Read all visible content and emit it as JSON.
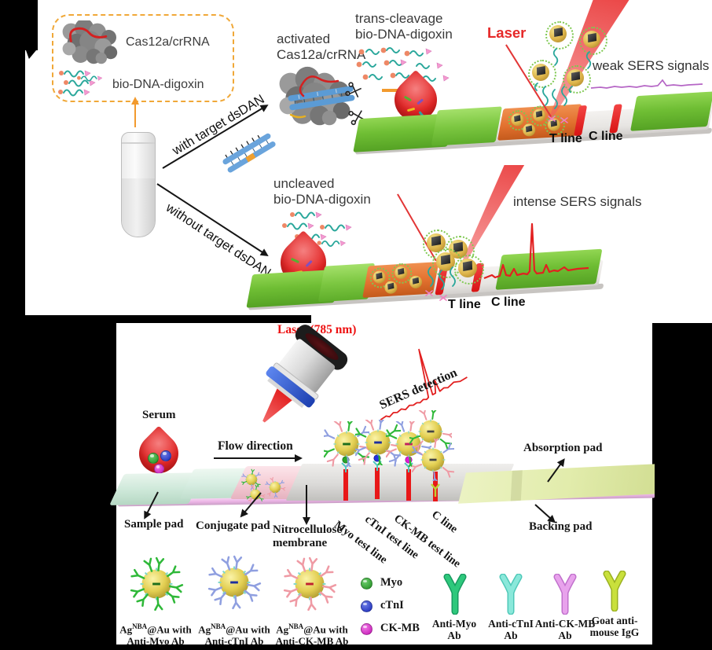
{
  "palette": {
    "background": "#000000",
    "panel": "#ffffff",
    "laser_red": "#e62828",
    "label_red": "#ee1111",
    "strip_green": "#6fbe34",
    "conjugate_orange": "#e2712f",
    "line_red": "#e81919",
    "gold_np": "#e3cf52",
    "halo_green": "#7ec850",
    "dna_teal": "#2aa79b",
    "digoxin_pink": "#f49ad0",
    "biotin_orange": "#ee8866",
    "weak_signal_purple": "#b565c5",
    "box_dash_orange": "#f0a838",
    "sample_pad_mint": "#cfe9da",
    "conjugate_pad_pink": "#f5ced6",
    "membrane_gray": "#d9d8d6",
    "absorption_pad": "#e6eeb6",
    "backing_pink": "#f0b8ec",
    "ab_green": "#2eb838",
    "ab_periwinkle": "#8f9fe0",
    "ab_pink": "#ef9aa4",
    "ab_teal": "#7fe2d4",
    "ab_violet": "#df9ce8",
    "ab_yellow_green": "#bdd335",
    "myo_green": "#28a428",
    "ctni_blue": "#2130e0",
    "ckmb_magenta": "#e018d8"
  },
  "top": {
    "reagent_box": {
      "cas_label": "Cas12a/crRNA",
      "bio_label": "bio-DNA-digoxin"
    },
    "branch_with": "with target dsDAN",
    "branch_without": "without target dsDAN",
    "activated": {
      "line1": "activated",
      "line2": "Cas12a/crRNA"
    },
    "trans_cleavage": {
      "line1": "trans-cleavage",
      "line2": "bio-DNA-digoxin"
    },
    "uncleaved": {
      "line1": "uncleaved",
      "line2": "bio-DNA-digoxin"
    },
    "laser_label": "Laser",
    "weak_label": "weak SERS signals",
    "intense_label": "intense SERS signals",
    "strip1": {
      "t_line": "T line",
      "c_line": "C line"
    },
    "strip2": {
      "t_line": "T line",
      "c_line": "C line"
    }
  },
  "bottom": {
    "laser_label": "Laser (785 nm)",
    "sers_detection": "SERS detection",
    "serum": "Serum",
    "flow_direction": "Flow direction",
    "sample_pad": "Sample pad",
    "conjugate_pad": "Conjugate pad",
    "nitrocellulose": {
      "line1": "Nitrocellulose",
      "line2": "membrane"
    },
    "test_lines": {
      "myo": "Myo test line",
      "ctni": "cTnI test line",
      "ckmb": "CK-MB test line",
      "c": "C line"
    },
    "absorption_pad": "Absorption pad",
    "backing_pad": "Backing pad",
    "legend": {
      "np_items": [
        {
          "pre": "Ag",
          "sup": "NBA",
          "post": "@Au with",
          "line2": "Anti-Myo Ab"
        },
        {
          "pre": "Ag",
          "sup": "NBA",
          "post": "@Au with",
          "line2": "Anti-cTnI Ab"
        },
        {
          "pre": "Ag",
          "sup": "NBA",
          "post": "@Au with",
          "line2": "Anti-CK-MB Ab"
        }
      ],
      "analytes": [
        {
          "label": "Myo"
        },
        {
          "label": "cTnI"
        },
        {
          "label": "CK-MB"
        }
      ],
      "antibodies": [
        {
          "line1": "Anti-Myo",
          "line2": "Ab"
        },
        {
          "line1": "Anti-cTnI",
          "line2": "Ab"
        },
        {
          "line1": "Anti-CK-MB",
          "line2": "Ab"
        },
        {
          "line1": "Goat anti-",
          "line2": "mouse IgG"
        }
      ]
    }
  }
}
